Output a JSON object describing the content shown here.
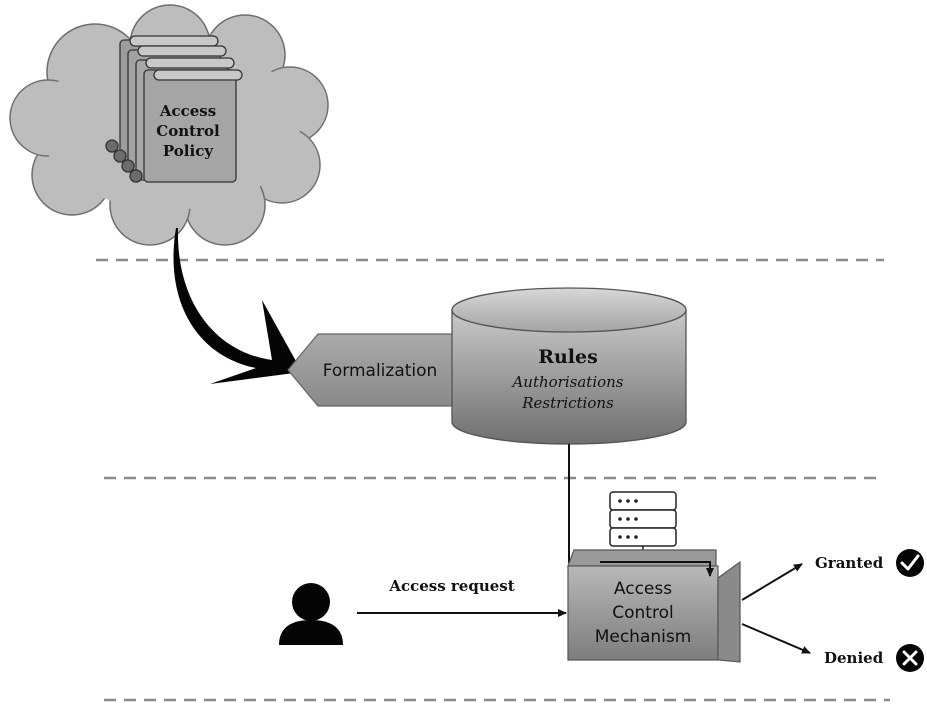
{
  "policy": {
    "line1": "Access",
    "line2": "Control",
    "line3": "Policy"
  },
  "formalization": {
    "label": "Formalization"
  },
  "rules": {
    "title": "Rules",
    "line1": "Authorisations",
    "line2": "Restrictions"
  },
  "mechanism": {
    "line1": "Access",
    "line2": "Control",
    "line3": "Mechanism"
  },
  "request": {
    "label": "Access request"
  },
  "outcomes": {
    "granted": "Granted",
    "denied": "Denied"
  }
}
